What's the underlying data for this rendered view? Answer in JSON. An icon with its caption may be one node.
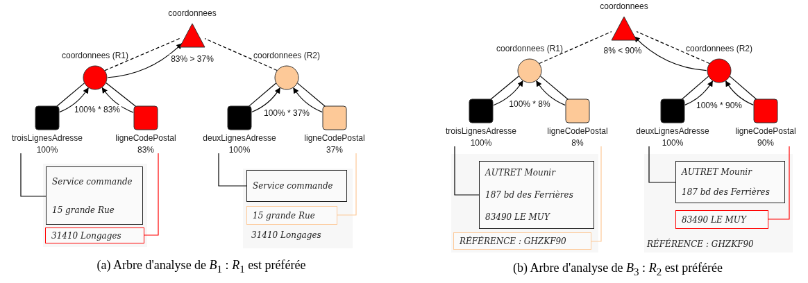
{
  "diagram": {
    "nodes": [
      {
        "text": [
          "coordonnees"
        ]
      },
      {
        "text": [
          "coordonnees (R1)"
        ]
      },
      {
        "text": [
          "coordonnees (R2)"
        ]
      },
      {
        "text": [
          "troisLignesAdresse",
          "100%"
        ]
      },
      {
        "text": [
          "ligneCodePostal",
          "83%"
        ]
      },
      {
        "text": [
          "deuxLignesAdresse",
          "100%"
        ]
      },
      {
        "text": [
          "ligneCodePostal",
          "37%"
        ]
      },
      {
        "text": [
          "Service commande",
          "15 grande Rue"
        ]
      },
      {
        "text": [
          "31410 Longages"
        ]
      },
      {
        "text": [
          "Service commande"
        ]
      },
      {
        "text": [
          "15 grande Rue"
        ]
      },
      {
        "text": [
          "coordonnees"
        ]
      },
      {
        "text": [
          "coordonnees (R1)"
        ]
      },
      {
        "text": [
          "coordonnees (R2)"
        ]
      },
      {
        "text": [
          "troisLignesAdresse",
          "100%"
        ]
      },
      {
        "text": [
          "ligneCodePostal",
          "8%"
        ]
      },
      {
        "text": [
          "deuxLignesAdresse",
          "100%"
        ]
      },
      {
        "text": [
          "ligneCodePostal",
          "90%"
        ]
      },
      {
        "text": [
          "AUTRET Mounir",
          "187 bd des Ferrières",
          "83490 LE MUY"
        ]
      },
      {
        "text": [
          "RÉFÉRENCE : GHZKF90"
        ]
      },
      {
        "text": [
          "AUTRET Mounir",
          "187 bd des Ferrières"
        ]
      },
      {
        "text": [
          "83490 LE MUY"
        ]
      }
    ],
    "edges": [
      {
        "from": 3,
        "to": 1,
        "arrow": "none"
      },
      {
        "from": 3,
        "to": 1,
        "arrow": "to",
        "label": "100% * 83%"
      },
      {
        "from": 4,
        "to": 1,
        "arrow": "none"
      },
      {
        "from": 4,
        "to": 1,
        "arrow": "to"
      },
      {
        "from": 1,
        "to": 0,
        "arrow": "none",
        "style": "dashed"
      },
      {
        "from": 2,
        "to": 0,
        "arrow": "none",
        "style": "dashed"
      },
      {
        "from": 1,
        "to": 0,
        "arrow": "to",
        "label": "83% > 37%"
      },
      {
        "from": 5,
        "to": 2,
        "arrow": "none"
      },
      {
        "from": 5,
        "to": 2,
        "arrow": "to",
        "label": "100% * 37%"
      },
      {
        "from": 6,
        "to": 2,
        "arrow": "none"
      },
      {
        "from": 6,
        "to": 2,
        "arrow": "to"
      },
      {
        "from": 3,
        "to": 7,
        "arrow": "none"
      },
      {
        "from": 4,
        "to": 8,
        "arrow": "none",
        "color": "#ff0000"
      },
      {
        "from": 5,
        "to": 9,
        "arrow": "none"
      },
      {
        "from": 6,
        "to": 10,
        "arrow": "none",
        "color": "#fdc998"
      },
      {
        "from": 14,
        "to": 12,
        "arrow": "none"
      },
      {
        "from": 14,
        "to": 12,
        "arrow": "to",
        "label": "100% * 8%"
      },
      {
        "from": 15,
        "to": 12,
        "arrow": "none"
      },
      {
        "from": 15,
        "to": 12,
        "arrow": "to"
      },
      {
        "from": 12,
        "to": 11,
        "arrow": "none",
        "style": "dashed"
      },
      {
        "from": 13,
        "to": 11,
        "arrow": "none",
        "style": "dashed"
      },
      {
        "from": 13,
        "to": 11,
        "arrow": "to",
        "label": "8% < 90%"
      },
      {
        "from": 16,
        "to": 13,
        "arrow": "none"
      },
      {
        "from": 16,
        "to": 13,
        "arrow": "to",
        "label": "100% * 90%"
      },
      {
        "from": 17,
        "to": 13,
        "arrow": "none"
      },
      {
        "from": 17,
        "to": 13,
        "arrow": "to"
      },
      {
        "from": 14,
        "to": 18,
        "arrow": "none"
      },
      {
        "from": 15,
        "to": 19,
        "arrow": "none",
        "color": "#fdc998"
      },
      {
        "from": 16,
        "to": 20,
        "arrow": "none"
      },
      {
        "from": 17,
        "to": 21,
        "arrow": "none",
        "color": "#ff0000"
      }
    ],
    "labels": [
      "31410 Longages",
      "(a) Arbre d'analyse de *B*$_{1}$ : *R*$_{1}$ est préférée",
      "RÉFÉRENCE : GHZKF90",
      "(b) Arbre d'analyse de *B*$_{3}$ : *R*$_{2}$ est préférée"
    ]
  }
}
